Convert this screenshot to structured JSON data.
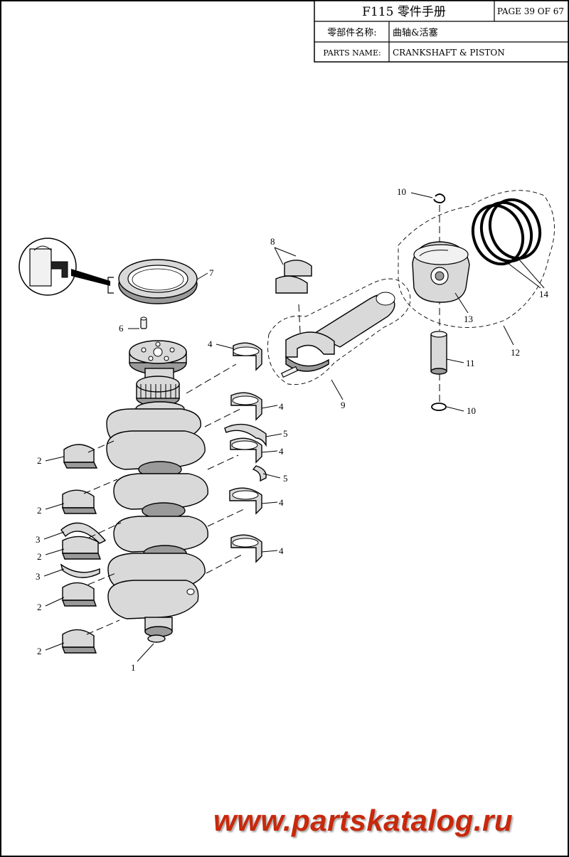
{
  "header": {
    "title": "F115 零件手册",
    "page": "PAGE 39 OF 67",
    "cn_label": "零部件名称:",
    "cn_value": "曲轴&活塞",
    "en_label": "PARTS NAME:",
    "en_value": "CRANKSHAFT & PISTON"
  },
  "callouts": {
    "c1": "1",
    "c2a": "2",
    "c2b": "2",
    "c2c": "2",
    "c2d": "2",
    "c2e": "2",
    "c3a": "3",
    "c3b": "3",
    "c4a": "4",
    "c4b": "4",
    "c4c": "4",
    "c4d": "4",
    "c4e": "4",
    "c5a": "5",
    "c5b": "5",
    "c6": "6",
    "c7": "7",
    "c8": "8",
    "c9": "9",
    "c10a": "10",
    "c10b": "10",
    "c11": "11",
    "c12": "12",
    "c13": "13",
    "c14": "14"
  },
  "watermark": "www.partskatalog.ru"
}
